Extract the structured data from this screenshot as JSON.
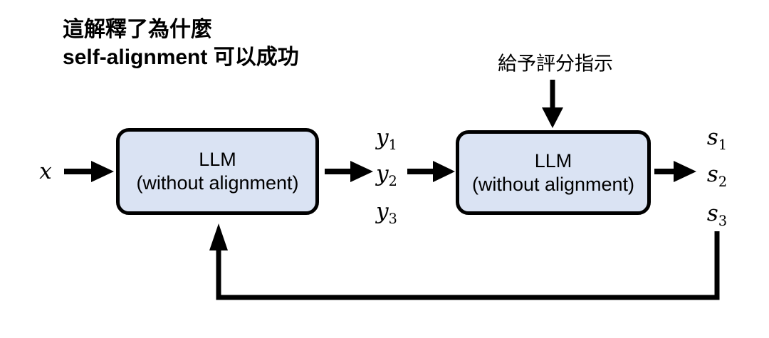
{
  "title": {
    "line1": "這解釋了為什麼",
    "line2": "self-alignment 可以成功"
  },
  "instruction": {
    "label": "給予評分指示"
  },
  "input": {
    "label": "x"
  },
  "boxes": {
    "generator": {
      "line1": "LLM",
      "line2": "(without alignment)"
    },
    "evaluator": {
      "line1": "LLM",
      "line2": "(without alignment)"
    }
  },
  "candidates": {
    "items": [
      {
        "base": "y",
        "sub": "1"
      },
      {
        "base": "y",
        "sub": "2"
      },
      {
        "base": "y",
        "sub": "3"
      }
    ]
  },
  "scores": {
    "items": [
      {
        "base": "s",
        "sub": "1"
      },
      {
        "base": "s",
        "sub": "2"
      },
      {
        "base": "s",
        "sub": "3"
      }
    ]
  },
  "colors": {
    "background": "#ffffff",
    "text": "#000000",
    "arrow": "#000000",
    "box_fill": "#dae3f3",
    "box_border": "#000000"
  }
}
